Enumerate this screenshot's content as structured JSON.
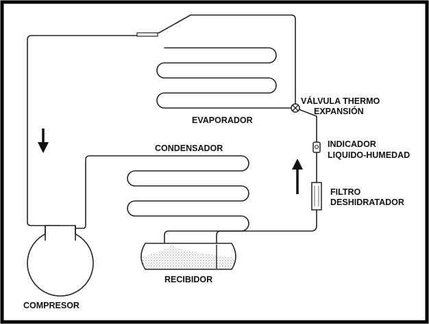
{
  "diagram": {
    "labels": {
      "evaporator": "EVAPORADOR",
      "valve_line1": "VÁLVULA THERMO",
      "valve_line2": "EXPANSIÓN",
      "indicator_line1": "INDICADOR",
      "indicator_line2": "LIQUIDO-HUMEDAD",
      "filter_line1": "FILTRO",
      "filter_line2": "DESHIDRATADOR",
      "condenser": "CONDENSADOR",
      "receiver": "RECIBIDOR",
      "compressor": "COMPRESOR"
    },
    "flow_arrows": [
      {
        "id": "left-down",
        "direction": "down"
      },
      {
        "id": "right-up",
        "direction": "up"
      }
    ],
    "colors": {
      "line": "#222222",
      "frame": "#000000",
      "background": "#ffffff"
    }
  }
}
